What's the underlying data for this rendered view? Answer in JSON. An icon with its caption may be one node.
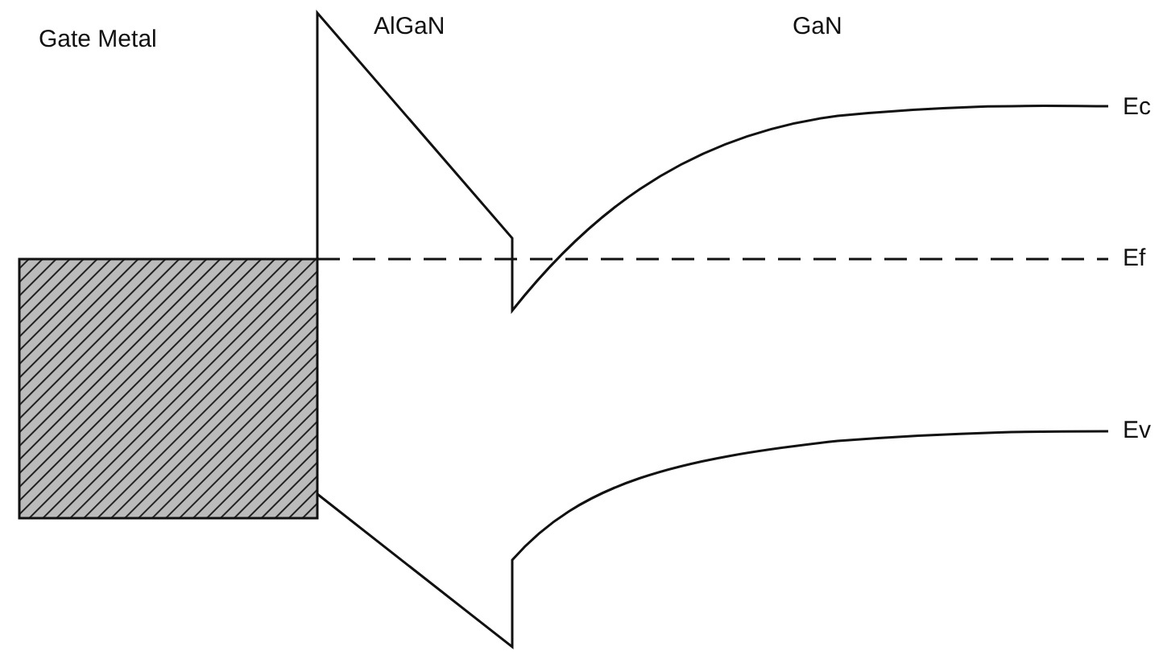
{
  "diagram": {
    "labels": [
      "Gate Metal",
      "AlGaN",
      "GaN",
      "Ec",
      "Ef",
      "Ev"
    ]
  }
}
